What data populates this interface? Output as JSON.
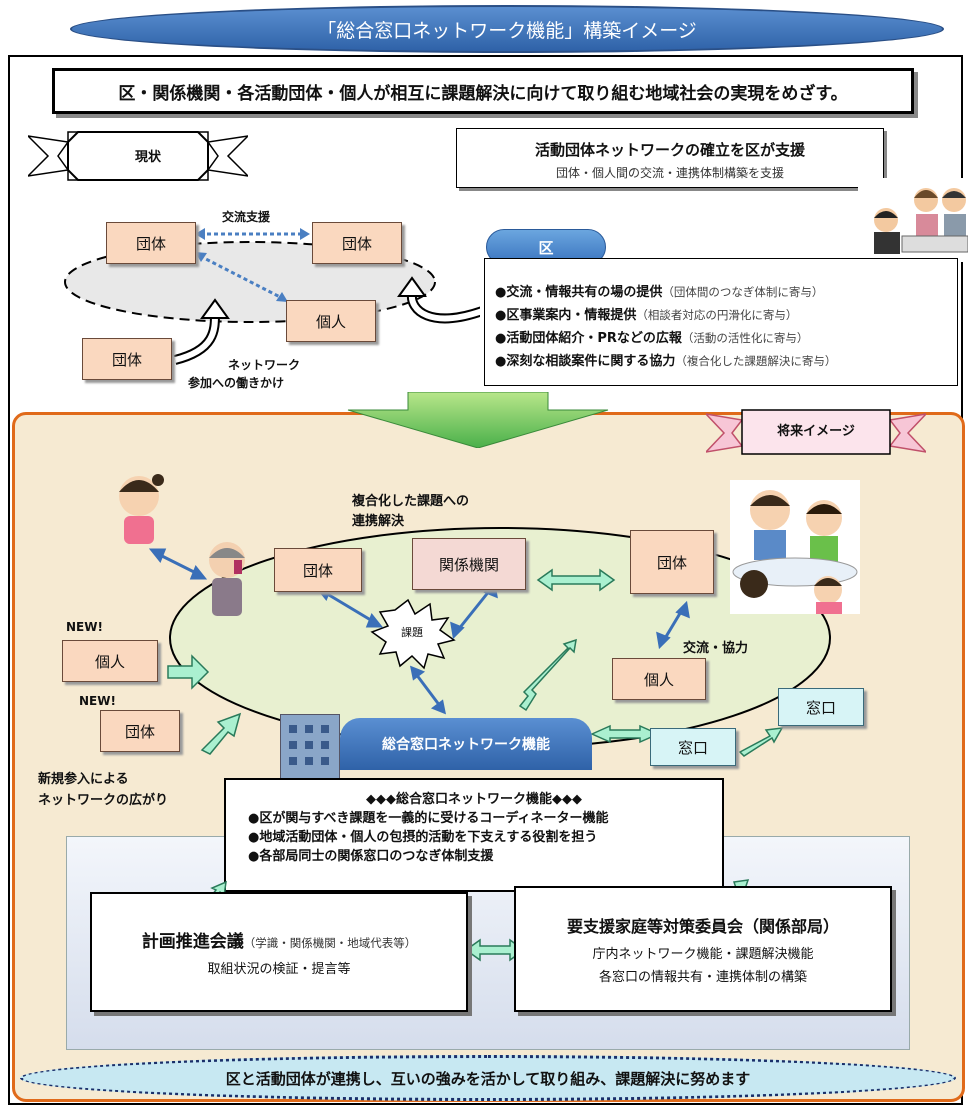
{
  "title": "「総合窓口ネットワーク機能」構築イメージ",
  "goal": "区・関係機関・各活動団体・個人が相互に課題解決に向けて取り組む地域社会の実現をめざす。",
  "current": {
    "banner": "現状",
    "exchange_label": "交流支援",
    "group_a": "団体",
    "group_b": "団体",
    "individual": "個人",
    "group_c": "団体",
    "approach_label_1": "ネットワーク",
    "approach_label_2": "参加への働きかけ"
  },
  "support": {
    "title": "活動団体ネットワークの確立を区が支援",
    "subtitle": "団体・個人間の交流・連携体制構築を支援"
  },
  "ward": {
    "label": "区",
    "items": [
      {
        "bold": "●交流・情報共有の場の提供",
        "note": "（団体間のつなぎ体制に寄与）"
      },
      {
        "bold": "●区事業案内・情報提供",
        "note": "（相談者対応の円滑化に寄与）"
      },
      {
        "bold": "●活動団体紹介・PRなどの広報",
        "note": "（活動の活性化に寄与）"
      },
      {
        "bold": "●深刻な相談案件に関する協力",
        "note": "（複合化した課題解決に寄与）"
      }
    ]
  },
  "future": {
    "banner": "将来イメージ",
    "complex_1": "複合化した課題への",
    "complex_2": "連携解決",
    "group_left": "団体",
    "related": "関係機関",
    "group_right": "団体",
    "issue": "課題",
    "exchange": "交流・協力",
    "individual_right": "個人",
    "new_1": "NEW!",
    "new_individual": "個人",
    "new_2": "NEW!",
    "new_group": "団体",
    "expansion_1": "新規参入による",
    "expansion_2": "ネットワークの広がり",
    "network_label": "総合窓口ネットワーク機能",
    "window_1": "窓口",
    "window_2": "窓口"
  },
  "function_box": {
    "title": "◆◆◆総合窓口ネットワーク機能◆◆◆",
    "items": [
      "●区が関与すべき課題を一義的に受けるコーディネーター機能",
      "●地域活動団体・個人の包摂的活動を下支えする役割を担う",
      "●各部局同士の関係窓口のつなぎ体制支援"
    ]
  },
  "plan": {
    "title": "計画推進会議",
    "title_note": "（学識・関係機関・地域代表等）",
    "sub": "取組状況の検証・提言等"
  },
  "committee": {
    "title": "要支援家庭等対策委員会（関係部局）",
    "line1": "庁内ネットワーク機能・課題解決機能",
    "line2": "各窓口の情報共有・連携体制の構築"
  },
  "footer": "区と活動団体が連携し、互いの強みを活かして取り組み、課題解決に努めます"
}
